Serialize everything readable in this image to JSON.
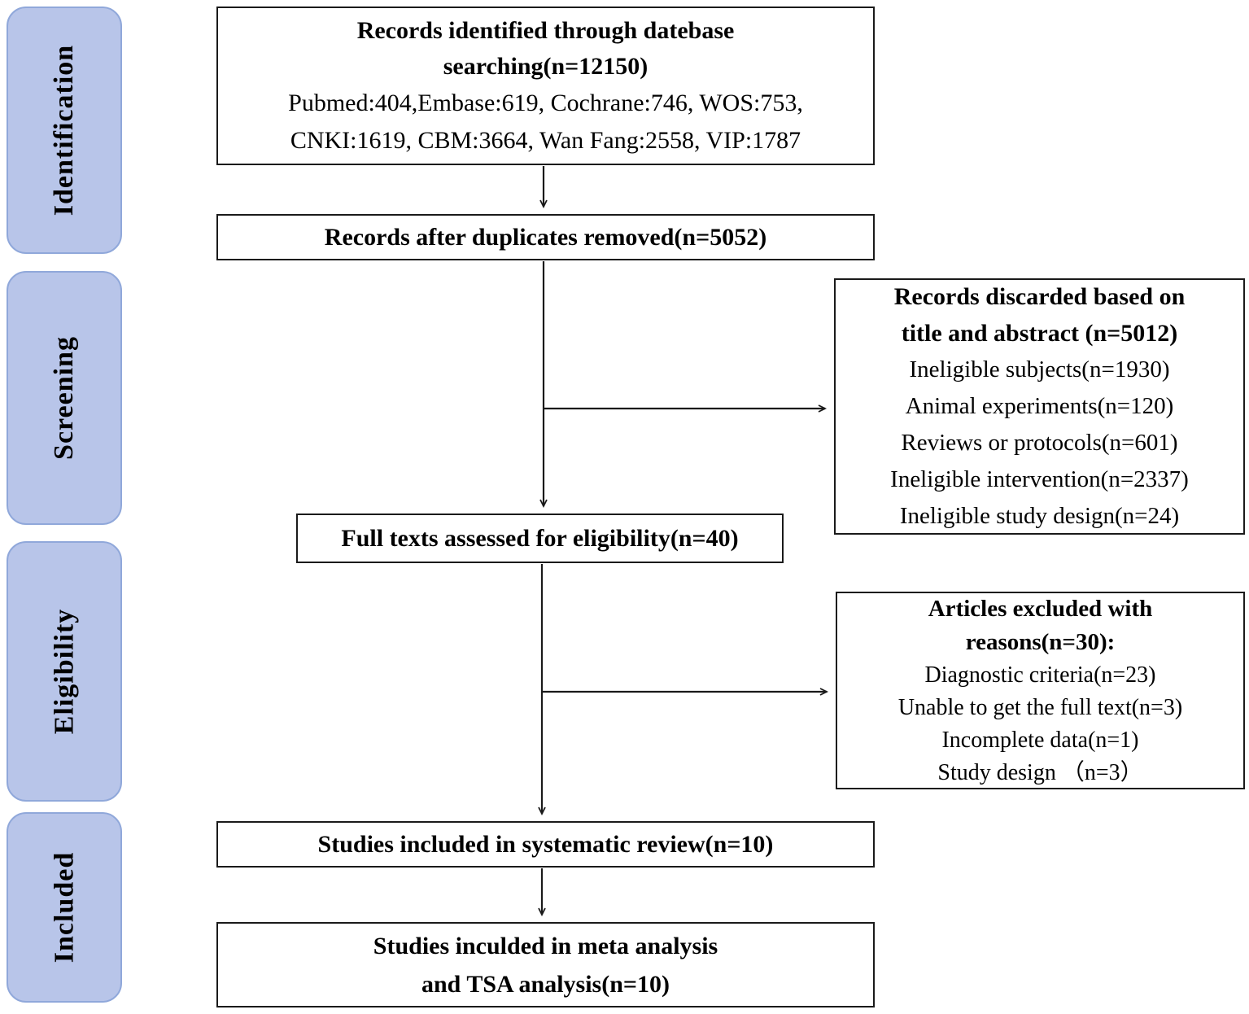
{
  "colors": {
    "sidebar_fill": "#b8c5e9",
    "sidebar_border": "#90a8da",
    "box_border": "#1a1a1a",
    "arrow": "#1a1a1a",
    "text": "#000000"
  },
  "sidebar": {
    "stages": [
      {
        "label": "Identification"
      },
      {
        "label": "Screening"
      },
      {
        "label": "Eligibility"
      },
      {
        "label": "Included"
      }
    ]
  },
  "flow": {
    "identified_box": {
      "title_line1": "Records identified through datebase",
      "title_line2": "searching(n=12150)",
      "detail_line1": "Pubmed:404,Embase:619, Cochrane:746, WOS:753,",
      "detail_line2": "CNKI:1619, CBM:3664, Wan Fang:2558, VIP:1787"
    },
    "duplicates_box": {
      "title": "Records after duplicates removed(n=5052)"
    },
    "discarded_box": {
      "title_line1": "Records discarded based on",
      "title_line2": "title and abstract (n=5012)",
      "reasons": [
        "Ineligible subjects(n=1930)",
        "Animal experiments(n=120)",
        "Reviews or protocols(n=601)",
        "Ineligible intervention(n=2337)",
        "Ineligible study design(n=24)"
      ]
    },
    "fulltext_box": {
      "title": "Full texts assessed for eligibility(n=40)"
    },
    "excluded_box": {
      "title_line1": "Articles excluded with",
      "title_line2": "reasons(n=30):",
      "reasons": [
        "Diagnostic criteria(n=23)",
        "Unable to get the full text(n=3)",
        "Incomplete data(n=1)",
        "Study design （n=3）"
      ]
    },
    "systematic_box": {
      "title": "Studies included in systematic review(n=10)"
    },
    "meta_box": {
      "title_line1": "Studies inculded in meta analysis",
      "title_line2": "and TSA analysis(n=10)"
    }
  }
}
